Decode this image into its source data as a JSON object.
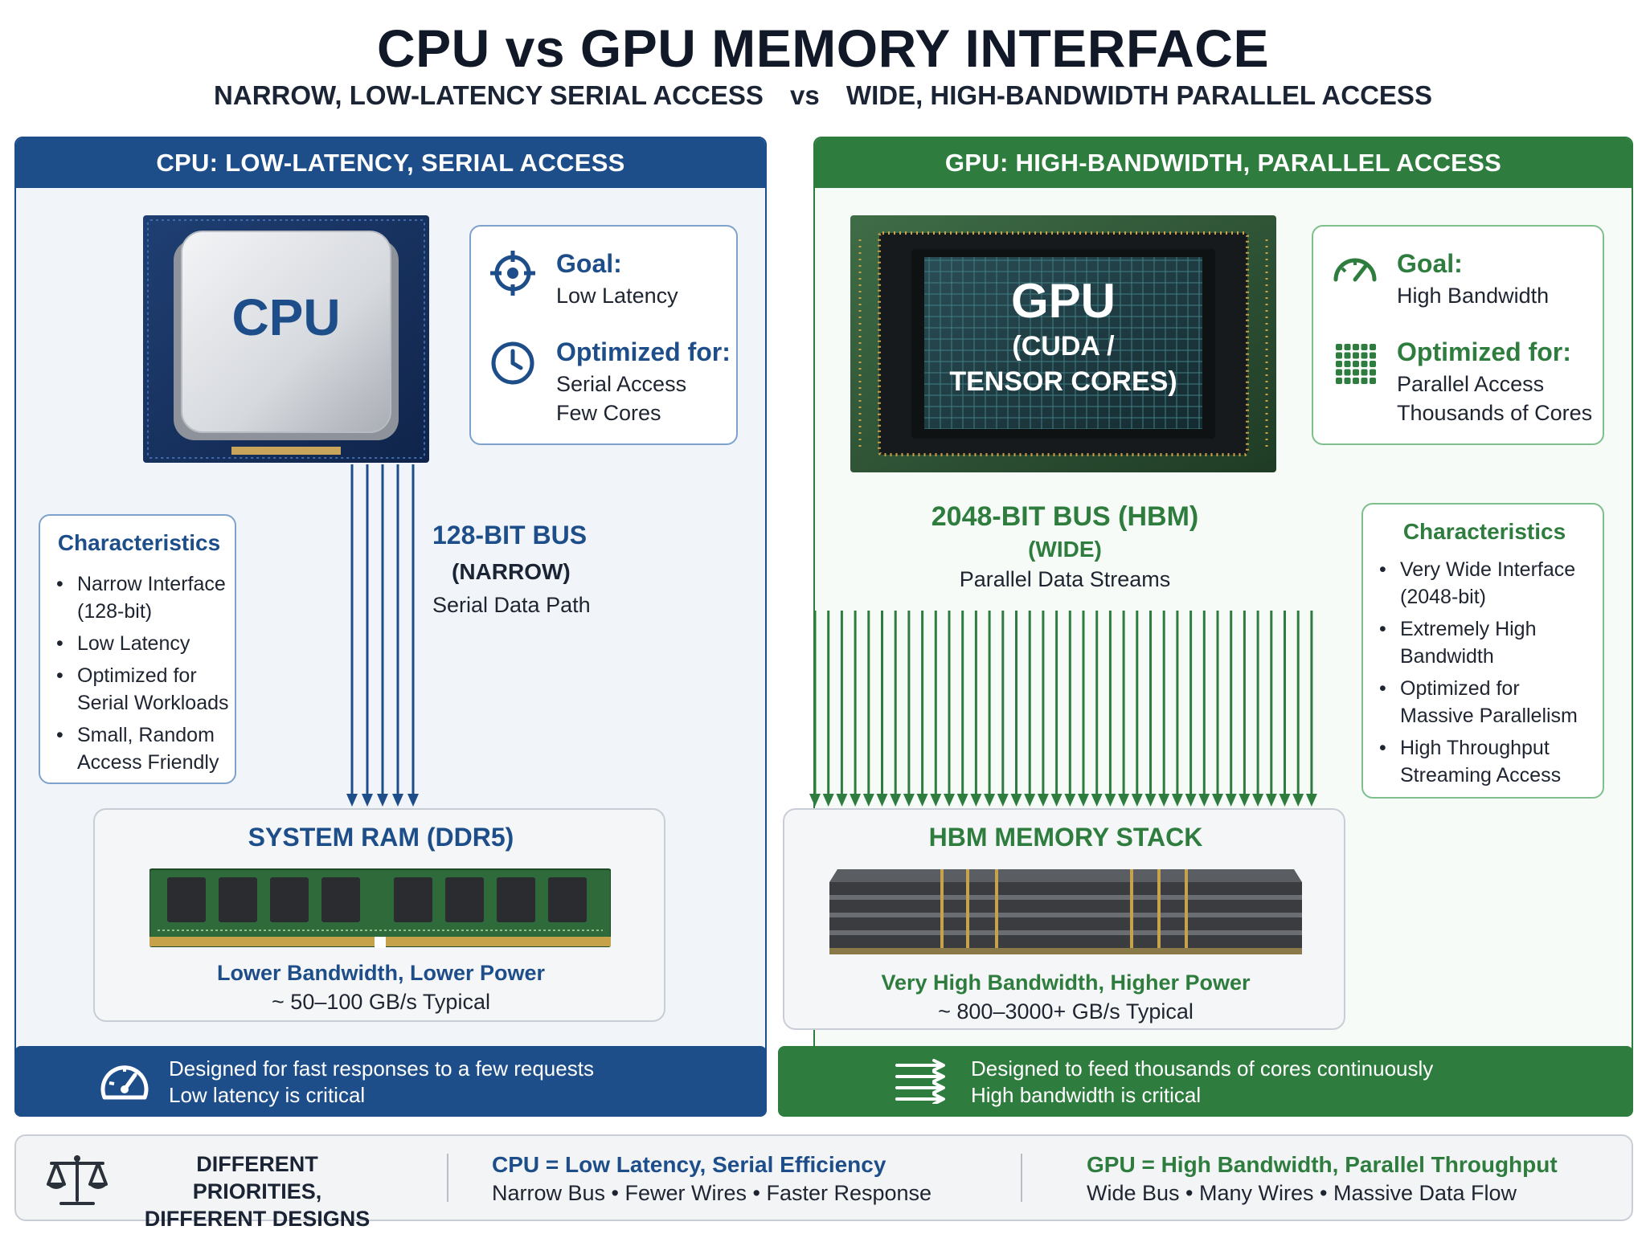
{
  "header": {
    "title": "CPU vs GPU MEMORY INTERFACE",
    "subtitle_left": "NARROW, LOW-LATENCY SERIAL ACCESS",
    "subtitle_vs": "vs",
    "subtitle_right": "WIDE, HIGH-BANDWIDTH PARALLEL ACCESS"
  },
  "colors": {
    "cpu_accent": "#1d4e8a",
    "gpu_accent": "#2e7d3e"
  },
  "cpu": {
    "panel_title": "CPU: LOW-LATENCY, SERIAL ACCESS",
    "chip_label": "CPU",
    "goal_title": "Goal:",
    "goal_text": "Low Latency",
    "optimized_title": "Optimized for:",
    "optimized_lines": [
      "Serial Access",
      "Few Cores"
    ],
    "characteristics_title": "Characteristics",
    "characteristics": [
      [
        "Narrow Interface",
        "(128-bit)"
      ],
      [
        "Low Latency"
      ],
      [
        "Optimized for",
        "Serial Workloads"
      ],
      [
        "Small, Random",
        "Access Friendly"
      ]
    ],
    "bus_title": "128-BIT BUS",
    "bus_sub": "(NARROW)",
    "bus_note": "Serial Data Path",
    "bus_wires": 5,
    "memory_title": "SYSTEM RAM (DDR5)",
    "memory_caption": "Lower Bandwidth, Lower Power",
    "memory_value": "~ 50–100 GB/s Typical",
    "footer_lines": [
      "Designed for fast responses to a few requests",
      "Low latency is critical"
    ],
    "icons": {
      "goal": "crosshair-icon",
      "optimized": "clock-icon",
      "footer": "speedometer-icon"
    }
  },
  "gpu": {
    "panel_title": "GPU: HIGH-BANDWIDTH, PARALLEL ACCESS",
    "chip_label": "GPU",
    "chip_sub1": "(CUDA /",
    "chip_sub2": "TENSOR CORES)",
    "goal_title": "Goal:",
    "goal_text": "High Bandwidth",
    "optimized_title": "Optimized for:",
    "optimized_lines": [
      "Parallel Access",
      "Thousands of Cores"
    ],
    "characteristics_title": "Characteristics",
    "characteristics": [
      [
        "Very Wide Interface",
        "(2048-bit)"
      ],
      [
        "Extremely High",
        "Bandwidth"
      ],
      [
        "Optimized for",
        "Massive Parallelism"
      ],
      [
        "High Throughput",
        "Streaming Access"
      ]
    ],
    "bus_title": "2048-BIT BUS (HBM)",
    "bus_sub": "(WIDE)",
    "bus_note": "Parallel Data Streams",
    "bus_wires": 38,
    "memory_title": "HBM MEMORY STACK",
    "memory_caption": "Very High Bandwidth, Higher Power",
    "memory_value": "~ 800–3000+ GB/s Typical",
    "footer_lines": [
      "Designed to feed thousands of cores continuously",
      "High bandwidth is critical"
    ],
    "icons": {
      "goal": "gauge-icon",
      "optimized": "core-grid-icon",
      "footer": "parallel-arrows-icon"
    }
  },
  "summary": {
    "left_line1": "DIFFERENT PRIORITIES,",
    "left_line2": "DIFFERENT DESIGNS",
    "cpu_title": "CPU = Low Latency, Serial Efficiency",
    "cpu_text": "Narrow Bus • Fewer Wires • Faster Response",
    "gpu_title": "GPU = High Bandwidth, Parallel Throughput",
    "gpu_text": "Wide Bus • Many Wires • Massive Data Flow",
    "icon": "balance-scale-icon"
  }
}
